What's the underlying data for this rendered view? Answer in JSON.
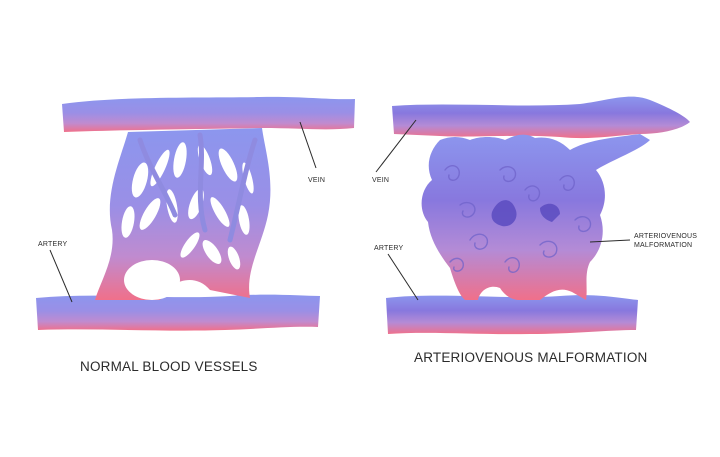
{
  "colors": {
    "vein": "#8c96ee",
    "artery": "#ef6f8a",
    "vessel_mid": "#b48bd6",
    "malformation_dark": "#5a4bc0",
    "text": "#2b2b2b"
  },
  "panels": [
    {
      "caption": "NORMAL BLOOD VESSELS",
      "labels": {
        "vein": "VEIN",
        "artery": "ARTERY"
      }
    },
    {
      "caption": "ARTERIOVENOUS MALFORMATION",
      "labels": {
        "vein": "VEIN",
        "artery": "ARTERY",
        "malformation_line1": "ARTERIOVENOUS",
        "malformation_line2": "MALFORMATION"
      }
    }
  ]
}
